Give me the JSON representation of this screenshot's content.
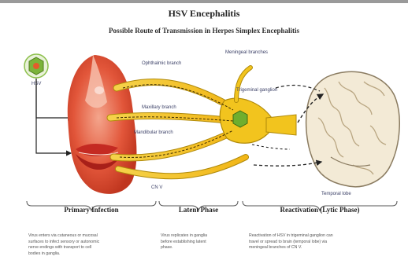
{
  "title": "HSV Encephalitis",
  "subtitle": "Possible Route of Transmission in Herpes Simplex Encephalitis",
  "labels": {
    "virus": "HSV",
    "ophthalmic": "Ophthalmic branch",
    "meningeal": "Meningeal branches",
    "trigeminal": "Trigeminal ganglion",
    "maxillary": "Maxillary branch",
    "mandibular": "Mandibular branch",
    "cn5": "CN V",
    "temporal": "Temporal lobe"
  },
  "phases": [
    {
      "title": "Primary Infection",
      "description": [
        "Virus enters via cutaneous or mucosal",
        "surfaces to infect sensory or autonomic",
        "nerve endings with transport to cell",
        "bodies in ganglia."
      ]
    },
    {
      "title": "Latent Phase",
      "description": [
        "Virus replicates in ganglia",
        "before establishing latent",
        "phase."
      ]
    },
    {
      "title": "Reactivation (Lytic Phase)",
      "description": [
        "Reactivation of HSV in trigeminal ganglion can",
        "travel or spread to brain (temporal lobe) via",
        "meningeal branches of CN V."
      ]
    }
  ],
  "colors": {
    "nerve": "#f2c41e",
    "nerve_dark": "#b08a0a",
    "face": "#e2563a",
    "lips": "#c42a22",
    "ganglion_virus": "#6fae2e",
    "brain": "#f3ead6",
    "brain_outline": "#8a7b60"
  }
}
